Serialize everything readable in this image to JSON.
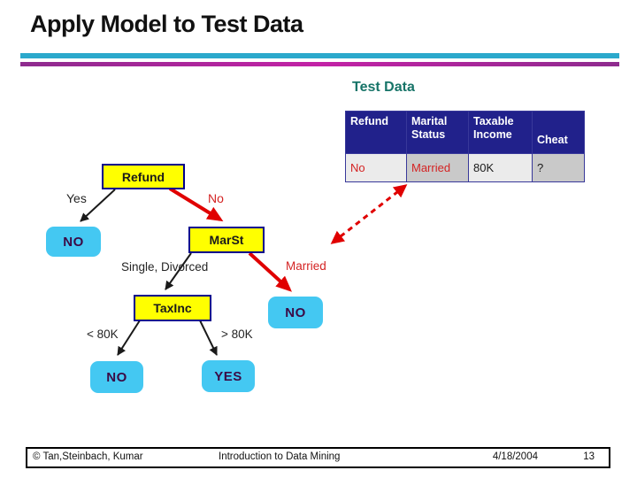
{
  "slide": {
    "title": "Apply Model to Test Data",
    "section_label": "Test Data"
  },
  "test_table": {
    "headers": [
      "Refund",
      "Marital Status",
      "Taxable Income",
      "Cheat"
    ],
    "row": [
      "No",
      "Married",
      "80K",
      "?"
    ]
  },
  "tree": {
    "refund_node": "Refund",
    "marst_node": "MarSt",
    "taxinc_node": "TaxInc",
    "leaf_no_refund_yes": "NO",
    "leaf_no_married": "NO",
    "leaf_no_lt80k": "NO",
    "leaf_yes_gt80k": "YES",
    "edge_yes": "Yes",
    "edge_no": "No",
    "edge_single_divorced": "Single, Divorced",
    "edge_married": "Married",
    "edge_lt_80k": "< 80K",
    "edge_gt_80k": "> 80K"
  },
  "footer": {
    "copyright": "© Tan,Steinbach, Kumar",
    "course": "Introduction to Data Mining",
    "date": "4/18/2004",
    "page_number": "13"
  },
  "colors": {
    "title_text": "#111111",
    "rule_teal": "#2BA9CC",
    "rule_magenta": "#C322A6",
    "section_label": "#177468",
    "table_header_bg": "#21218B",
    "table_header_text": "#FFFFFF",
    "cell_light": "#EBEBEB",
    "cell_dark": "#C9C9C9",
    "value_red": "#D42323",
    "node_yellow": "#FFFF00",
    "node_border": "#00008B",
    "node_cyan": "#44C8F2",
    "leaf_text": "#3B0A45",
    "arrow_black": "#1A1A1A",
    "arrow_red": "#E00000"
  }
}
